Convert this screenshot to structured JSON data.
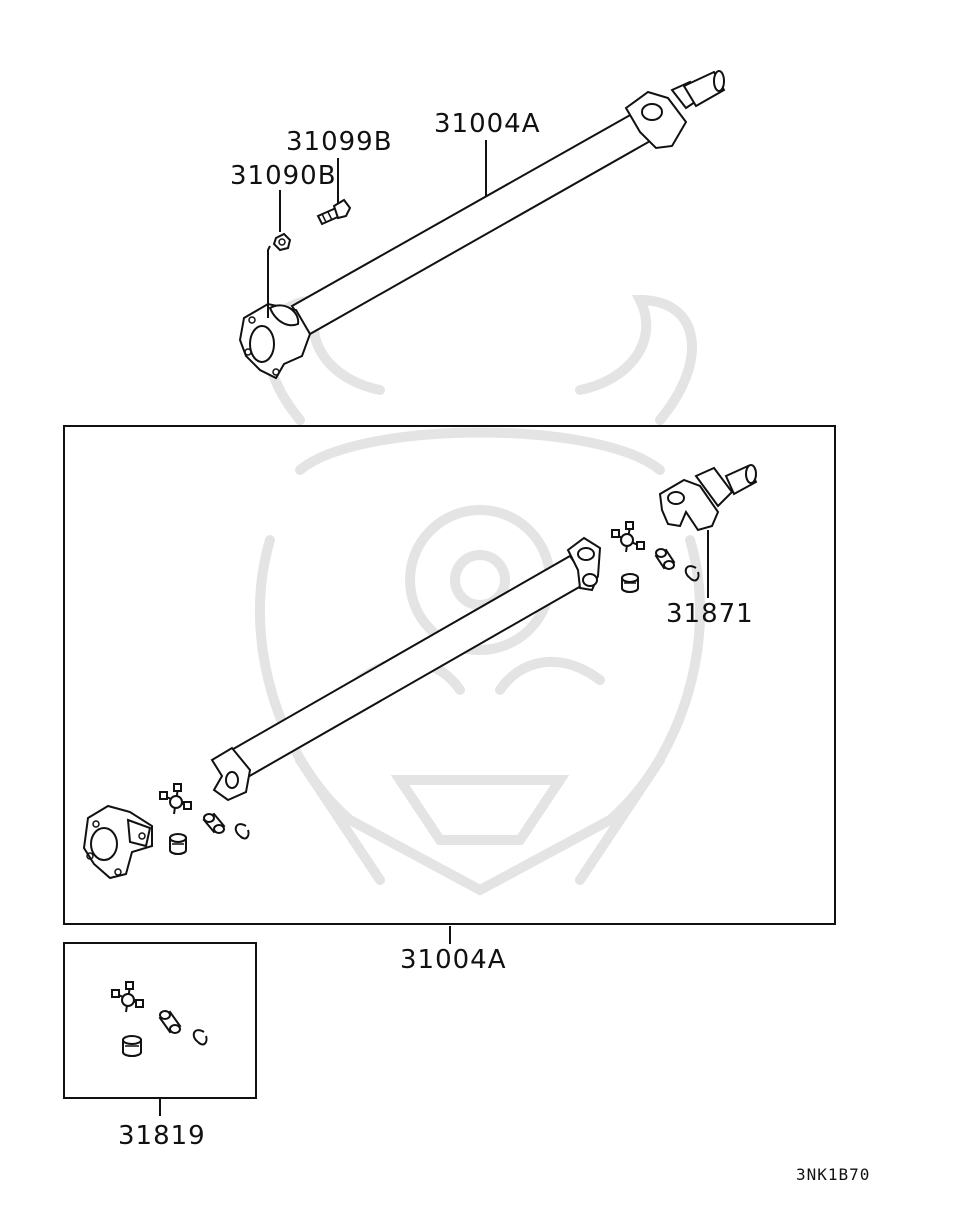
{
  "diagram": {
    "labels": {
      "bolt": "31099B",
      "nut": "31090B",
      "shaft_top": "31004A",
      "shaft_assembly": "31004A",
      "yoke": "31871",
      "joint_kit": "31819"
    },
    "diagram_code": "3NK1B70"
  }
}
